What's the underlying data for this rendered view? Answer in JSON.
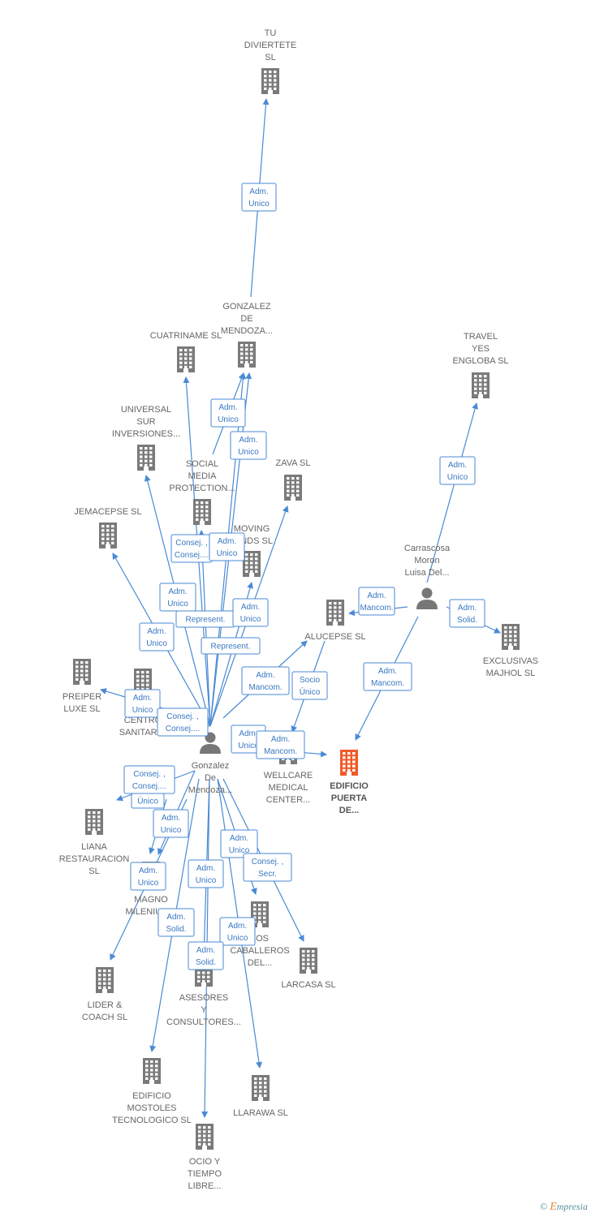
{
  "colors": {
    "edge": "#4a8ad4",
    "company": "#7a7a7a",
    "focus_company": "#f05a28",
    "person": "#777777"
  },
  "footer": {
    "copyright": "©",
    "brand_initial": "E",
    "brand_rest": "mpresia"
  },
  "nodes": [
    {
      "id": "tu_diviertete",
      "type": "company",
      "label": [
        "TU",
        "DIVIERTETE",
        "SL"
      ]
    },
    {
      "id": "gonzalez_de_mendoza_co",
      "type": "company",
      "label": [
        "GONZALEZ",
        "DE",
        "MENDOZA..."
      ]
    },
    {
      "id": "cuatriname",
      "type": "company",
      "label": [
        "CUATRINAME SL"
      ]
    },
    {
      "id": "travel_yes",
      "type": "company",
      "label": [
        "TRAVEL",
        "YES",
        "ENGLOBA  SL"
      ]
    },
    {
      "id": "universal_sur",
      "type": "company",
      "label": [
        "UNIVERSAL",
        "SUR",
        "INVERSIONES..."
      ]
    },
    {
      "id": "social_media",
      "type": "company",
      "label": [
        "SOCIAL",
        "MEDIA",
        "PROTECTION..."
      ]
    },
    {
      "id": "zava",
      "type": "company",
      "label": [
        "ZAVA SL"
      ]
    },
    {
      "id": "jemacepse",
      "type": "company",
      "label": [
        "JEMACEPSE SL"
      ]
    },
    {
      "id": "moving_minds",
      "type": "company",
      "label": [
        "MOVING",
        "MINDS  SL"
      ]
    },
    {
      "id": "carrascosa",
      "type": "person",
      "label": [
        "Carrascosa",
        "Moron",
        "Luisa Del..."
      ]
    },
    {
      "id": "alucepse",
      "type": "company",
      "label": [
        "ALUCEPSE SL"
      ]
    },
    {
      "id": "exclusivas",
      "type": "company",
      "label": [
        "EXCLUSIVAS",
        "MAJHOL  SL"
      ]
    },
    {
      "id": "preiper",
      "type": "company",
      "label": [
        "PREIPER",
        "LUXE  SL"
      ]
    },
    {
      "id": "centro_sanitario",
      "type": "company",
      "label": [
        "CENTRO",
        "SANITARIO"
      ]
    },
    {
      "id": "gonzalez_person",
      "type": "person",
      "label": [
        "Gonzalez",
        "De",
        "Mendoza..."
      ]
    },
    {
      "id": "wellcare",
      "type": "company",
      "label": [
        "WELLCARE",
        "MEDICAL",
        "CENTER..."
      ]
    },
    {
      "id": "edificio_puerta",
      "type": "focus",
      "label": [
        "EDIFICIO",
        "PUERTA",
        "DE..."
      ]
    },
    {
      "id": "liana",
      "type": "company",
      "label": [
        "LIANA",
        "RESTAURACION",
        "SL"
      ]
    },
    {
      "id": "magno",
      "type": "company",
      "label": [
        "MAGNO",
        "MILENIUM..."
      ]
    },
    {
      "id": "los_caballeros",
      "type": "company",
      "label": [
        "LOS",
        "CABALLEROS",
        "DEL..."
      ]
    },
    {
      "id": "larcasa",
      "type": "company",
      "label": [
        "LARCASA  SL"
      ]
    },
    {
      "id": "lider_coach",
      "type": "company",
      "label": [
        "LIDER &",
        "COACH SL"
      ]
    },
    {
      "id": "asesores",
      "type": "company",
      "label": [
        "ASESORES",
        "Y",
        "CONSULTORES..."
      ]
    },
    {
      "id": "edificio_mostoles",
      "type": "company",
      "label": [
        "EDIFICIO",
        "MOSTOLES",
        "TECNOLOGICO SL"
      ]
    },
    {
      "id": "llarawa",
      "type": "company",
      "label": [
        "LLARAWA  SL"
      ]
    },
    {
      "id": "ocio_tiempo",
      "type": "company",
      "label": [
        "OCIO Y",
        "TIEMPO",
        "LIBRE..."
      ]
    }
  ],
  "edges": [
    {
      "id": "e_gonzalezco_tudiviertete",
      "label": [
        "Adm.",
        "Unico"
      ]
    },
    {
      "id": "e_gp_gonzalezco_a",
      "label": [
        "Adm.",
        "Unico"
      ]
    },
    {
      "id": "e_gp_gonzalezco_b",
      "label": [
        "Adm.",
        "Unico"
      ]
    },
    {
      "id": "e_carrascosa_travel",
      "label": [
        "Adm.",
        "Unico"
      ]
    },
    {
      "id": "e_gp_social_a",
      "label": [
        "Consej. ,",
        "Consej...."
      ]
    },
    {
      "id": "e_gp_social_b",
      "label": [
        "Adm.",
        "Unico"
      ]
    },
    {
      "id": "e_gp_cuatriname",
      "label": [
        "Adm.",
        "Unico"
      ]
    },
    {
      "id": "e_gp_universal",
      "label": [
        "Adm.",
        "Unico"
      ]
    },
    {
      "id": "e_gp_moving",
      "label": [
        "Represent."
      ]
    },
    {
      "id": "e_gp_zava",
      "label": [
        "Adm.",
        "Unico"
      ]
    },
    {
      "id": "e_gp_jemacepse",
      "label": [
        "Represent."
      ]
    },
    {
      "id": "e_carrascosa_alucepse",
      "label": [
        "Adm.",
        "Mancom."
      ]
    },
    {
      "id": "e_carrascosa_exclusivas",
      "label": [
        "Adm.",
        "Solid."
      ]
    },
    {
      "id": "e_gp_alucepse",
      "label": [
        "Adm.",
        "Mancom."
      ]
    },
    {
      "id": "e_carrascosa_edificio",
      "label": [
        "Adm.",
        "Mancom."
      ]
    },
    {
      "id": "e_gp_wellcare",
      "label": [
        "Socio",
        "Único"
      ]
    },
    {
      "id": "e_gp_preiper",
      "label": [
        "Adm.",
        "Unico"
      ]
    },
    {
      "id": "e_gp_centro",
      "label": [
        "Consej. ,",
        "Consej...."
      ]
    },
    {
      "id": "e_gp_wellcare_b",
      "label": [
        "Adm.",
        "Unico"
      ]
    },
    {
      "id": "e_gp_edificio",
      "label": [
        "Adm.",
        "Mancom."
      ]
    },
    {
      "id": "e_gp_liana",
      "label": [
        "Consej. ,",
        "Consej...."
      ]
    },
    {
      "id": "e_gp_liana_b",
      "label": [
        "Único"
      ]
    },
    {
      "id": "e_gp_magno",
      "label": [
        "Adm.",
        "Unico"
      ]
    },
    {
      "id": "e_gp_caballeros_a",
      "label": [
        "Adm.",
        "Unico"
      ]
    },
    {
      "id": "e_gp_caballeros_b",
      "label": [
        "Consej. ,",
        "Secr."
      ]
    },
    {
      "id": "e_gp_lider",
      "label": [
        "Adm.",
        "Unico"
      ]
    },
    {
      "id": "e_gp_asesores_a",
      "label": [
        "Adm.",
        "Unico"
      ]
    },
    {
      "id": "e_gp_mostoles",
      "label": [
        "Adm.",
        "Solid."
      ]
    },
    {
      "id": "e_gp_llarawa",
      "label": [
        "Adm.",
        "Unico"
      ]
    },
    {
      "id": "e_gp_ocio",
      "label": [
        "Adm.",
        "Solid."
      ]
    }
  ]
}
